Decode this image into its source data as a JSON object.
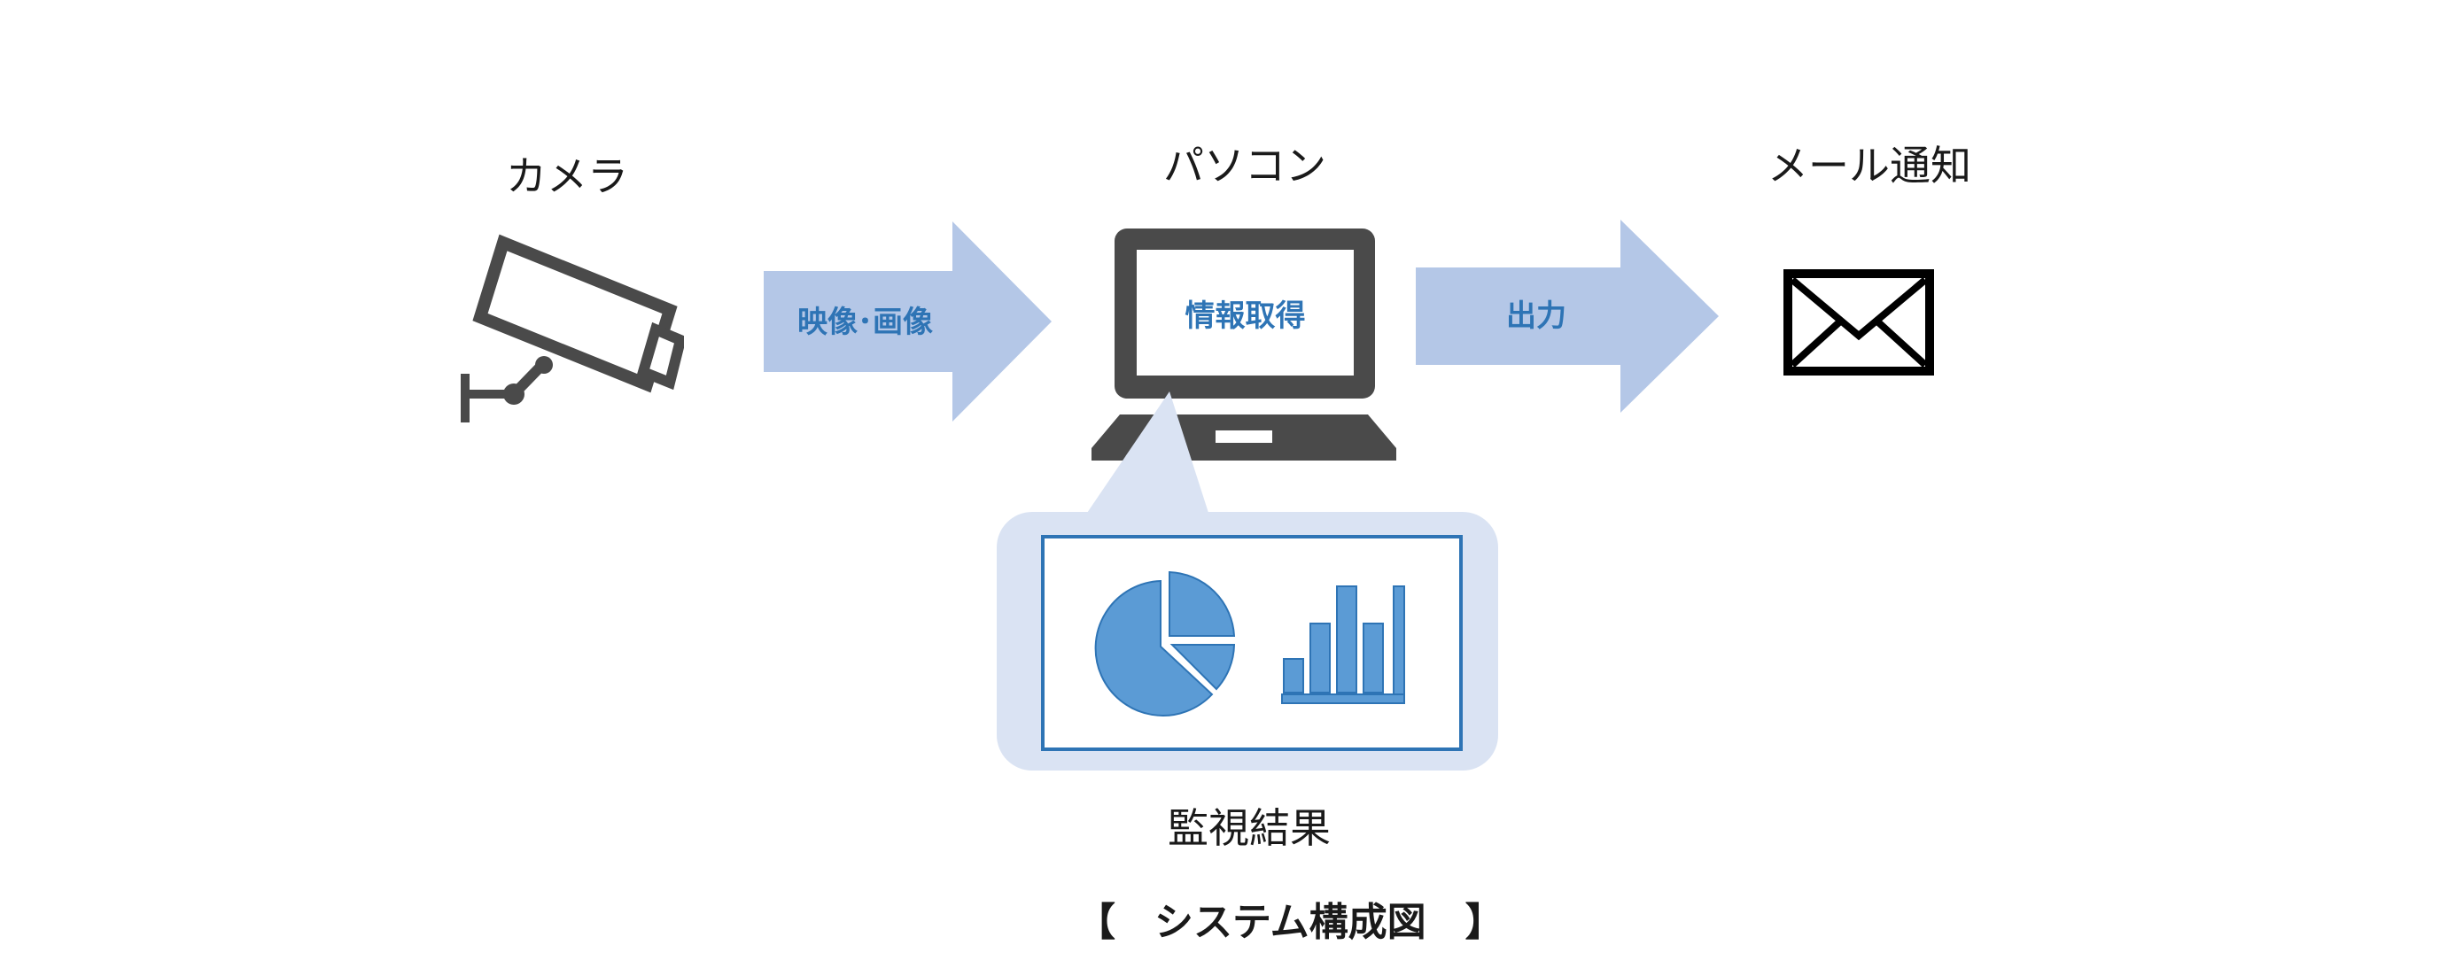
{
  "nodes": {
    "camera": {
      "label": "カメラ"
    },
    "pc": {
      "label": "パソコン",
      "screen_text": "情報取得"
    },
    "mail": {
      "label": "メール通知"
    },
    "monitor": {
      "label": "監視結果"
    }
  },
  "arrows": {
    "camera_to_pc": {
      "label": "映像･画像"
    },
    "pc_to_mail": {
      "label": "出力"
    }
  },
  "caption": "【　システム構成図　】",
  "colors": {
    "arrow_fill": "#b4c7e7",
    "arrow_text": "#2e74b5",
    "device_gray": "#4a4a4a",
    "bubble_fill": "#dae3f3",
    "chart_fill": "#5b9bd5",
    "frame_border": "#2e74b5"
  },
  "icons": [
    "security-camera-icon",
    "laptop-icon",
    "envelope-icon",
    "pie-chart-icon",
    "bar-chart-icon"
  ]
}
